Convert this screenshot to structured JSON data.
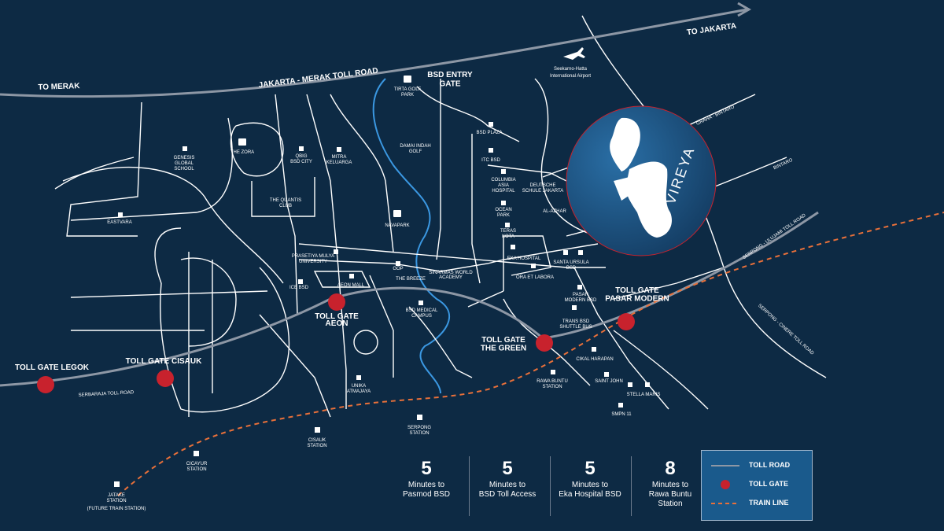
{
  "roads_labels": {
    "to_jakarta": "TO JAKARTA",
    "to_merak": "TO MERAK",
    "jakarta_merak": "JAKARTA - MERAK TOLL ROAD",
    "graha_bintaro": "GRAHA - BINTARO",
    "bintaro": "BINTARO",
    "serpong_ulujami": "SERPONG - ULUJAMI TOLL ROAD",
    "serpong_cinere": "SERPONG - CINERE TOLL ROAD",
    "serbaraja": "SERBARAJA TOLL ROAD"
  },
  "highlight": {
    "brand": "VIREYA"
  },
  "gates": {
    "legok": "TOLL GATE LEGOK",
    "cisauk": "TOLL GATE CISAUK",
    "aeon": "TOLL GATE\nAEON",
    "green": "TOLL GATE\nTHE GREEN",
    "pasar_modern": "TOLL GATE\nPASAR MODERN"
  },
  "bold_places": {
    "bsd_entry": "BSD ENTRY\nGATE",
    "airport": "Seekarno-Hatta\nInternational Airport"
  },
  "places": {
    "tirta": "TIRTA GOLF\nPARK",
    "bsd_plaza": "BSD PLAZA",
    "damai": "DAMAI INDAH\nGOLF",
    "itc": "ITC BSD",
    "columbia": "COLUMBIA\nASIA\nHOSPITAL",
    "deutsche": "DEUTSCHE\nSCHULE JAKARTA",
    "ocean": "OCEAN\nPARK",
    "alazhar": "AL-AZHAR",
    "teras": "TERAS\nKOTA",
    "genesis": "GENESIS\nGLOBAL\nSCHOOL",
    "zora": "THE ZORA",
    "qbig": "QBIG\nBSD CITY",
    "mitra": "MITRA\nKELUARGA",
    "quantis": "THE QUANTIS\nCLUB",
    "eastvara": "EASTVARA",
    "navapark": "NAVAPARK",
    "prasetiya": "PRASETIYA MULYA\nUNIVERSITY",
    "gop": "GOP",
    "breeze": "THE BREEZE",
    "sinarmas": "SINARMAS WORLD\nACADEMY",
    "eka": "EKA HOSPITAL",
    "santa": "SANTA URSULA\nBSD",
    "ora": "ORA ET LABORA",
    "pasar_bsd": "PASAR\nMODERN BSD",
    "ice": "ICE BSD",
    "aeon_mall": "AEON MALL",
    "bsd_medical": "BSD MEDICAL\nCAMPUS",
    "trans": "TRANS BSD\nSHUTTLE BUS",
    "cikal": "CIKAL HARAPAN",
    "saint_john": "SAINT JOHN",
    "stella": "STELLA MARIS",
    "rawa": "RAWA BUNTU\nSTATION",
    "smpn": "SMPN 11",
    "unika": "UNIKA\nATMAJAYA",
    "serpong_st": "SERPONG\nSTATION",
    "cisauk_st": "CISAUK\nSTATION",
    "cicayur": "CICAYUR\nSTATION",
    "jatake": "JATAKE\nSTATION",
    "jatake_note": "(FUTURE TRAIN STATION)"
  },
  "stats": [
    {
      "num": "5",
      "text": "Minutes to\nPasmod BSD"
    },
    {
      "num": "5",
      "text": "Minutes to\nBSD Toll Access"
    },
    {
      "num": "5",
      "text": "Minutes to\nEka Hospital BSD"
    },
    {
      "num": "8",
      "text": "Minutes to\nRawa Buntu\nStation"
    }
  ],
  "legend": {
    "toll_road": "TOLL ROAD",
    "toll_gate": "TOLL GATE",
    "train_line": "TRAIN LINE"
  },
  "colors": {
    "background": "#0d2a44",
    "toll_gate": "#c8222d",
    "train_line": "#e8703a",
    "river": "#3b98e2",
    "highlight_circle": "#1a5a8c"
  }
}
